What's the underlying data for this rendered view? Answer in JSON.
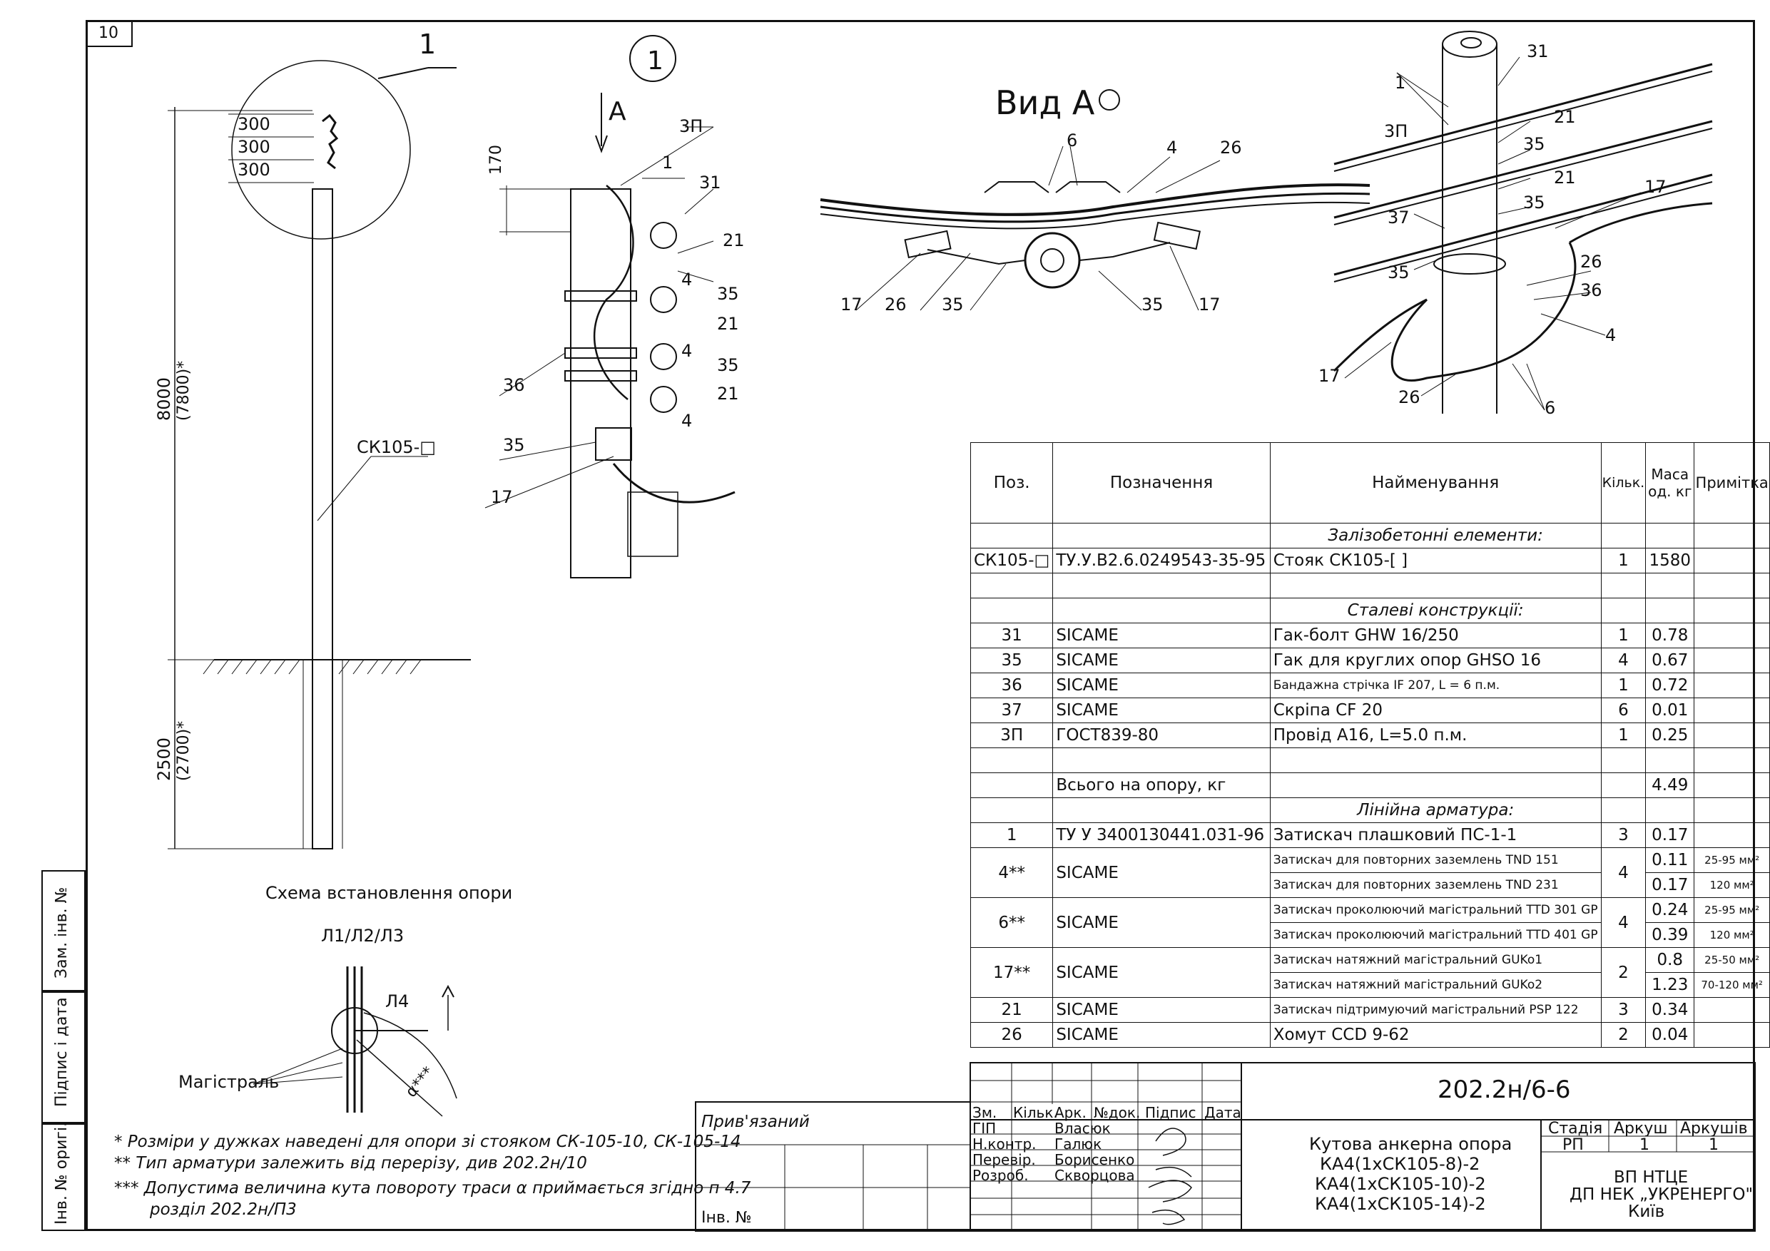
{
  "sheet_number": "10",
  "callout_main": "1",
  "callout_detail": "1",
  "view_title": "Вид А",
  "arrow_label": "А",
  "pole_dims": {
    "d1": "300",
    "d2": "300",
    "d3": "300",
    "height": "8000",
    "height_alt": "(7800)*",
    "depth": "2500",
    "depth_alt": "(2700)*",
    "pole_code": "СК105-□",
    "top_dim": "170"
  },
  "detail_labels": [
    "3П",
    "1",
    "31",
    "21",
    "4",
    "35",
    "21",
    "4",
    "35",
    "21",
    "4",
    "36",
    "35",
    "17"
  ],
  "view_a_labels": [
    "6",
    "4",
    "26",
    "17",
    "26",
    "35",
    "35",
    "17"
  ],
  "iso_labels": [
    "31",
    "1",
    "3П",
    "21",
    "35",
    "21",
    "35",
    "17",
    "37",
    "35",
    "26",
    "36",
    "4",
    "17",
    "26",
    "6"
  ],
  "install_scheme": {
    "title": "Схема встановлення опори",
    "lines": "Л1/Л2/Л3",
    "l4": "Л4",
    "main_line": "Магістраль",
    "angle": "α***"
  },
  "notes": [
    "* Розміри у дужках наведені для опори зі стояком СК-105-10, СК-105-14",
    "** Тип арматури залежить від перерізу, див 202.2н/10",
    "*** Допустима величина кута повороту траси α приймається згідно п 4.7",
    "розділ 202.2н/П3"
  ],
  "spec": {
    "headers": [
      "Поз.",
      "Позначення",
      "Найменування",
      "Кільк.",
      "Маса од. кг",
      "Примітка"
    ],
    "rows": [
      {
        "type": "section",
        "name": "Залізобетонні елементи:"
      },
      {
        "pos": "СК105-□",
        "des": "ТУ.У.В2.6.0249543-35-95",
        "name": "Стояк СК105-[        ]",
        "qty": "1",
        "mass": "1580",
        "note": ""
      },
      {
        "type": "blank"
      },
      {
        "type": "section",
        "name": "Сталеві конструкції:"
      },
      {
        "pos": "31",
        "des": "SICAME",
        "name": "Гак-болт GHW 16/250",
        "qty": "1",
        "mass": "0.78",
        "note": ""
      },
      {
        "pos": "35",
        "des": "SICAME",
        "name": "Гак для круглих опор GHSO 16",
        "qty": "4",
        "mass": "0.67",
        "note": ""
      },
      {
        "pos": "36",
        "des": "SICAME",
        "name": "Бандажна стрічка IF 207, L = 6 п.м.",
        "qty": "1",
        "mass": "0.72",
        "note": ""
      },
      {
        "pos": "37",
        "des": "SICAME",
        "name": "Скріпа CF 20",
        "qty": "6",
        "mass": "0.01",
        "note": ""
      },
      {
        "pos": "3П",
        "des": "ГОСТ839-80",
        "name": "Провід А16, L=5.0 п.м.",
        "qty": "1",
        "mass": "0.25",
        "note": ""
      },
      {
        "type": "blank"
      },
      {
        "pos": "",
        "des": "Всього на опору, кг",
        "name": "",
        "qty": "",
        "mass": "4.49",
        "note": ""
      },
      {
        "type": "section",
        "name": "Лінійна арматура:"
      },
      {
        "pos": "1",
        "des": "ТУ У 3400130441.031-96",
        "name": "Затискач плашковий ПС-1-1",
        "qty": "3",
        "mass": "0.17",
        "note": ""
      },
      {
        "pos": "4**",
        "des": "SICAME",
        "name": "Затискач для повторних заземлень TND 151",
        "qty": "4",
        "mass": "0.11",
        "note": "25-95 мм²",
        "name2": "Затискач для повторних заземлень TND 231",
        "mass2": "0.17",
        "note2": "120 мм²"
      },
      {
        "pos": "6**",
        "des": "SICAME",
        "name": "Затискач проколюючий магістральний TTD 301 GP",
        "qty": "4",
        "mass": "0.24",
        "note": "25-95 мм²",
        "name2": "Затискач проколюючий магістральний TTD 401 GP",
        "mass2": "0.39",
        "note2": "120 мм²"
      },
      {
        "pos": "17**",
        "des": "SICAME",
        "name": "Затискач натяжний магістральний GUKo1",
        "qty": "2",
        "mass": "0.8",
        "note": "25-50 мм²",
        "name2": "Затискач натяжний магістральний GUKo2",
        "mass2": "1.23",
        "note2": "70-120 мм²"
      },
      {
        "pos": "21",
        "des": "SICAME",
        "name": "Затискач підтримуючий магістральний PSP 122",
        "qty": "3",
        "mass": "0.34",
        "note": ""
      },
      {
        "pos": "26",
        "des": "SICAME",
        "name": "Хомут CCD 9-62",
        "qty": "2",
        "mass": "0.04",
        "note": ""
      }
    ]
  },
  "title_block": {
    "code": "202.2н/6-6",
    "linked": "Прив'язаний",
    "inv": "Інв. №",
    "head": [
      "Зм.",
      "Кільк.",
      "Арк.",
      "№док.",
      "Підпис",
      "Дата"
    ],
    "roles": [
      "ГІП",
      "Н.контр.",
      "Перевір.",
      "Розроб."
    ],
    "names": [
      "Власюк",
      "Галюк",
      "Борисенко",
      "Скворцова"
    ],
    "title_lines": [
      "Кутова анкерна опора",
      "КА4(1хСК105-8)-2",
      "КА4(1хСК105-10)-2",
      "КА4(1хСК105-14)-2"
    ],
    "stage_h": "Стадія",
    "sheet_h": "Аркуш",
    "sheets_h": "Аркушів",
    "stage": "РП",
    "sheet": "1",
    "sheets": "1",
    "org": [
      "ВП НТЦЕ",
      "ДП НЕК „УКРЕНЕРГО\"",
      "Київ"
    ]
  },
  "side_stamp": [
    "Зам. інв. №",
    "Підпис і дата",
    "Інв. № оригі."
  ]
}
